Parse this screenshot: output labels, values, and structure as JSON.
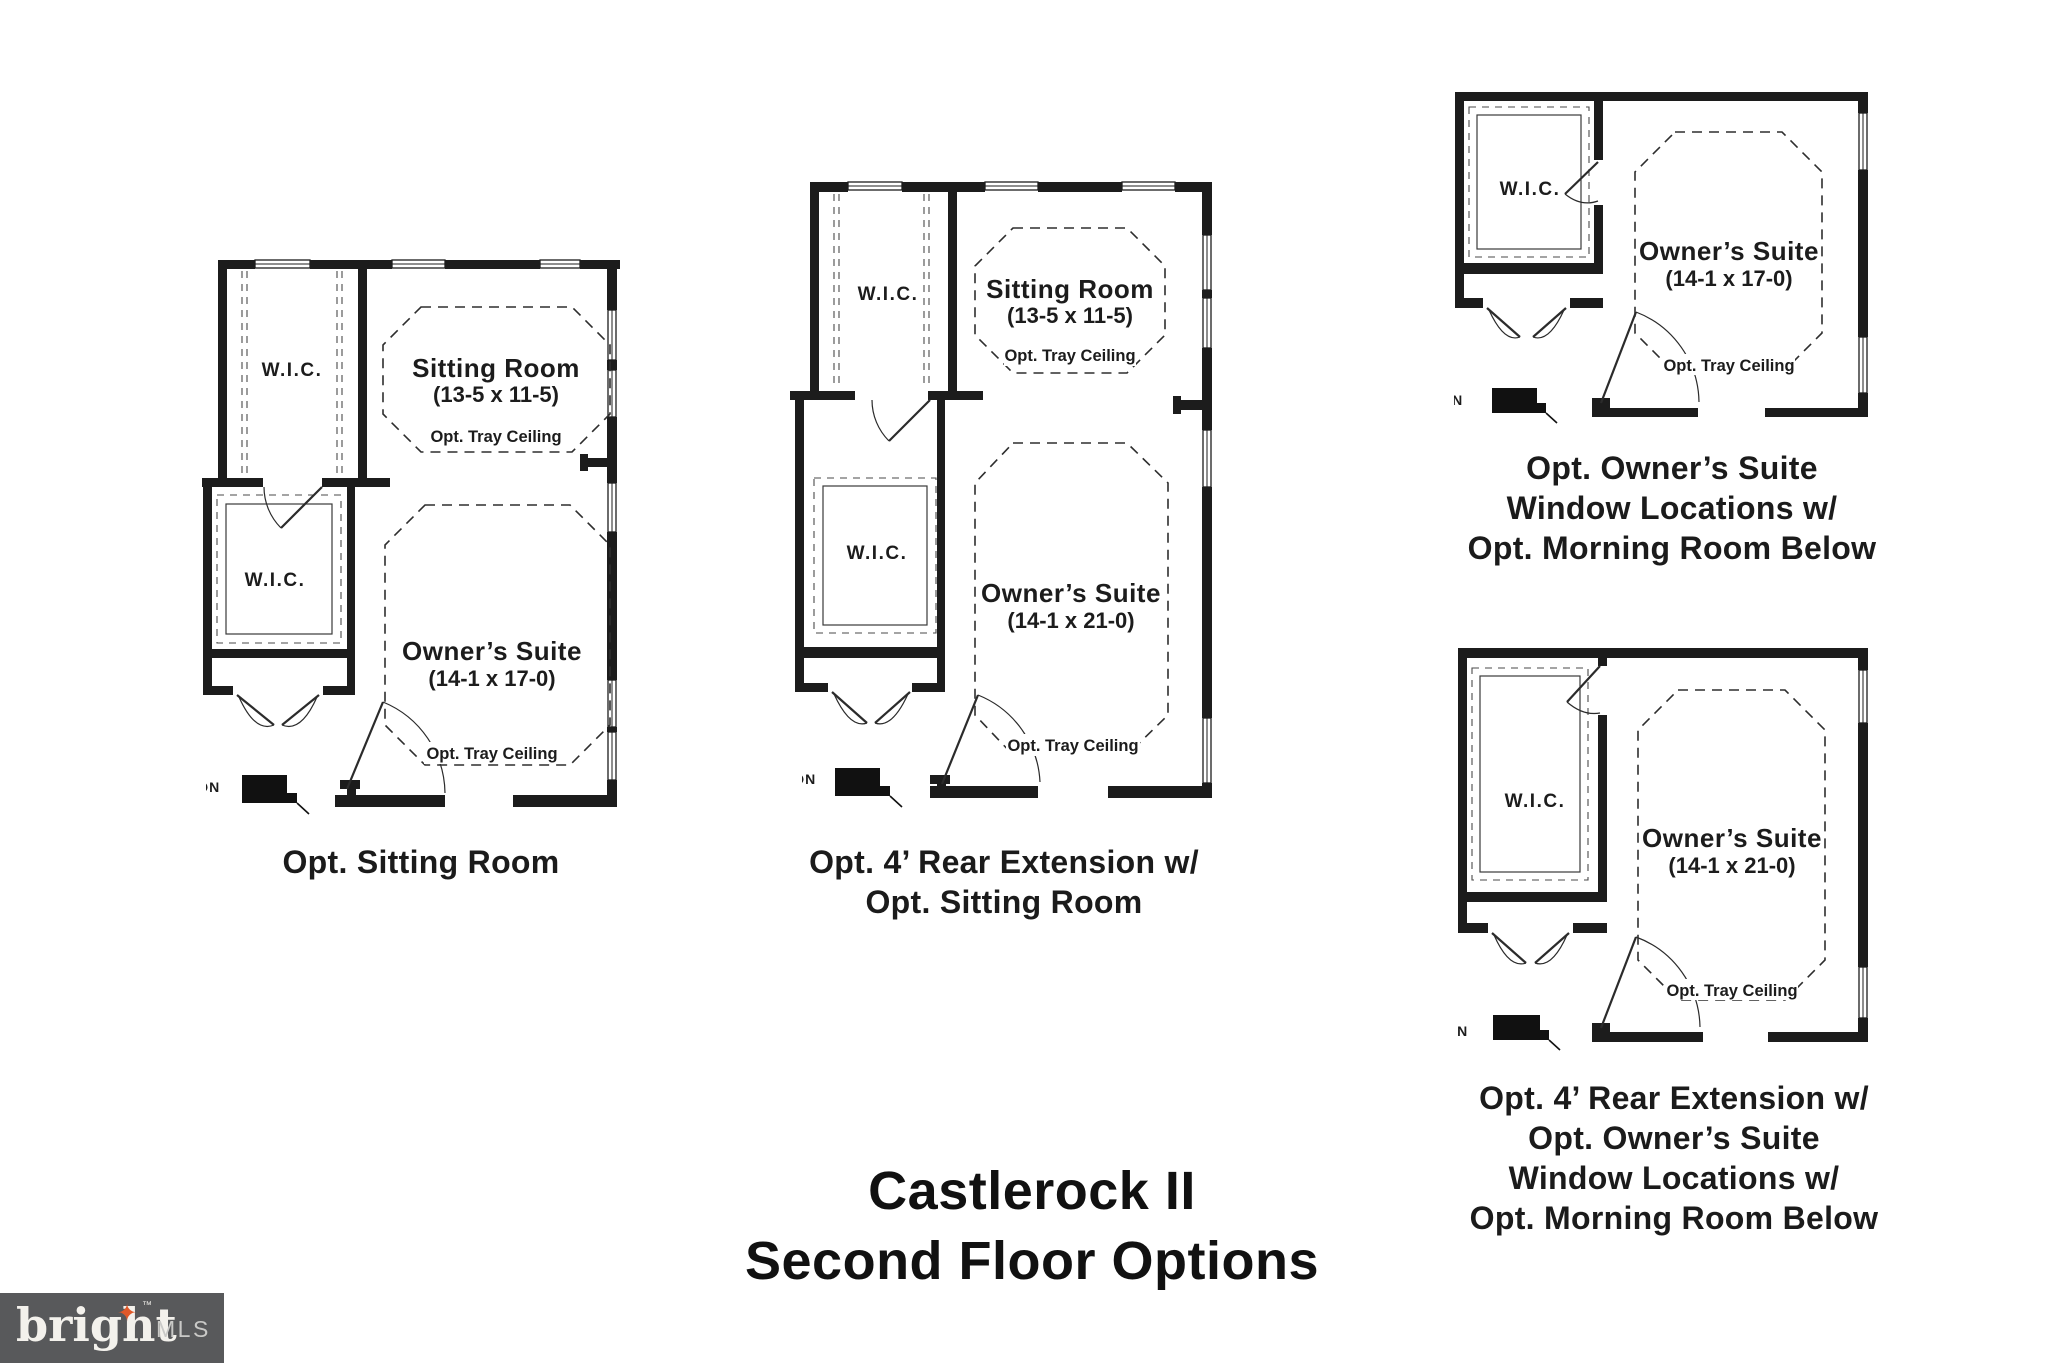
{
  "title": {
    "line1": "Castlerock II",
    "line2": "Second Floor Options"
  },
  "plans": [
    {
      "caption": [
        "Opt. Sitting Room"
      ],
      "labels": {
        "wic_top": "W.I.C.",
        "wic_bottom": "W.I.C.",
        "stairs": "DN"
      },
      "sitting_room": {
        "name": "Sitting Room",
        "dims": "(13-5 x 11-5)",
        "ceiling": "Opt. Tray Ceiling"
      },
      "owners_suite": {
        "name": "Owner’s Suite",
        "dims": "(14-1 x 17-0)",
        "ceiling": "Opt. Tray Ceiling"
      }
    },
    {
      "caption": [
        "Opt. 4’ Rear Extension w/",
        "Opt. Sitting Room"
      ],
      "labels": {
        "wic_top": "W.I.C.",
        "wic_bottom": "W.I.C.",
        "stairs": "DN"
      },
      "sitting_room": {
        "name": "Sitting Room",
        "dims": "(13-5 x 11-5)",
        "ceiling": "Opt. Tray Ceiling"
      },
      "owners_suite": {
        "name": "Owner’s Suite",
        "dims": "(14-1 x 21-0)",
        "ceiling": "Opt. Tray Ceiling"
      }
    },
    {
      "caption": [
        "Opt. Owner’s Suite",
        "Window Locations w/",
        "Opt. Morning Room Below"
      ],
      "labels": {
        "wic": "W.I.C.",
        "stairs": "DN"
      },
      "owners_suite": {
        "name": "Owner’s Suite",
        "dims": "(14-1 x 17-0)",
        "ceiling": "Opt. Tray Ceiling"
      }
    },
    {
      "caption": [
        "Opt. 4’ Rear Extension w/",
        "Opt. Owner’s Suite",
        "Window Locations w/",
        "Opt. Morning Room Below"
      ],
      "labels": {
        "wic": "W.I.C.",
        "stairs": "DN"
      },
      "owners_suite": {
        "name": "Owner’s Suite",
        "dims": "(14-1 x 21-0)",
        "ceiling": "Opt. Tray Ceiling"
      }
    }
  ],
  "logo": {
    "brand": "bright",
    "suffix": "MLS",
    "tm": "™"
  },
  "colors": {
    "ink": "#1c1c1c",
    "logo_bg": "#58595b",
    "logo_text": "#f3f1ec",
    "logo_star": "#e0592a",
    "logo_mls": "#c9c9c7"
  }
}
